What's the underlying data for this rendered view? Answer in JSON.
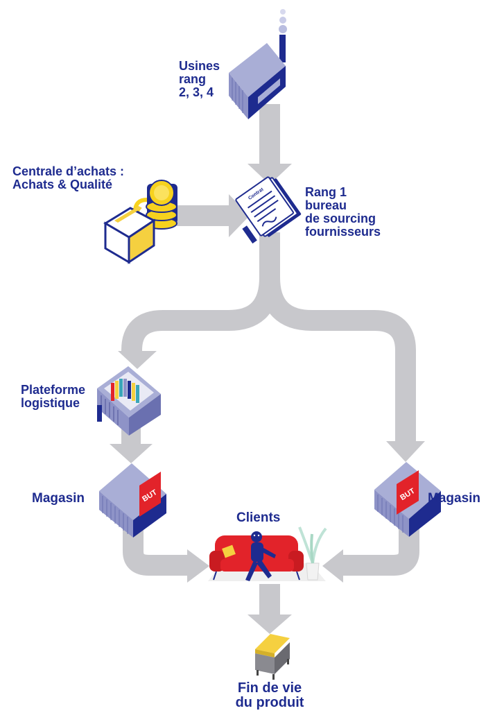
{
  "colors": {
    "arrow": "#c8c8cc",
    "building_light": "#a9aed6",
    "building_mid": "#8e93c7",
    "navy": "#1e2b8f",
    "store_red": "#e2232a",
    "coin_yellow": "#f7d21e",
    "box_yellow": "#f5d040",
    "sofa_red": "#e2232a"
  },
  "icons": {
    "factory": "factory-icon",
    "contract": "contract-icon",
    "purchasing": "coins-box-icon",
    "warehouse": "warehouse-icon",
    "store": "store-icon",
    "clients": "sofa-person-icon",
    "end_of_life": "dumpster-icon"
  },
  "labels": {
    "factories": [
      "Usines",
      "rang",
      "2, 3, 4"
    ],
    "purchasing": [
      "Centrale d’achats :",
      "Achats & Qualité"
    ],
    "tier1": [
      "Rang 1",
      "bureau",
      "de sourcing",
      "fournisseurs"
    ],
    "platform": [
      "Plateforme",
      "logistique"
    ],
    "store_left": "Magasin",
    "store_right": "Magasin",
    "clients": "Clients",
    "end_of_life": [
      "Fin de vie",
      "du produit"
    ]
  },
  "store_brand": "BUT",
  "contract_text": "Contrat"
}
